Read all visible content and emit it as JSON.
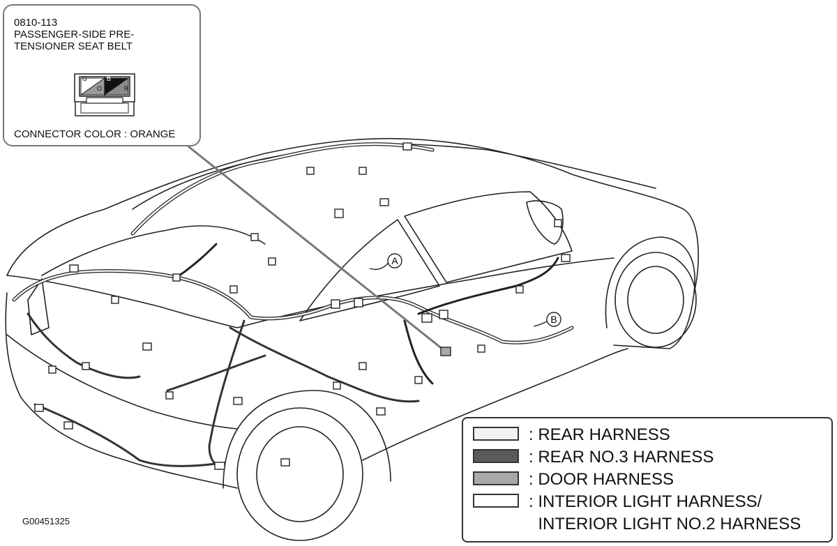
{
  "callout": {
    "code": "0810-113",
    "name": "PASSENGER-SIDE PRE-\nTENSIONER SEAT BELT",
    "connector_color": "CONNECTOR COLOR : ORANGE",
    "terminals": [
      "G",
      "O",
      "B",
      "R"
    ]
  },
  "points": {
    "a": "A",
    "b": "B"
  },
  "legend": [
    {
      "label": ": REAR HARNESS",
      "color": "#f2f2f2"
    },
    {
      "label": ": REAR NO.3 HARNESS",
      "color": "#5a5a5a"
    },
    {
      "label": ": DOOR HARNESS",
      "color": "#a8a8a8"
    },
    {
      "label": ": INTERIOR LIGHT HARNESS/\n  INTERIOR LIGHT NO.2 HARNESS",
      "color": "#ffffff"
    }
  ],
  "figure_code": "G00451325"
}
